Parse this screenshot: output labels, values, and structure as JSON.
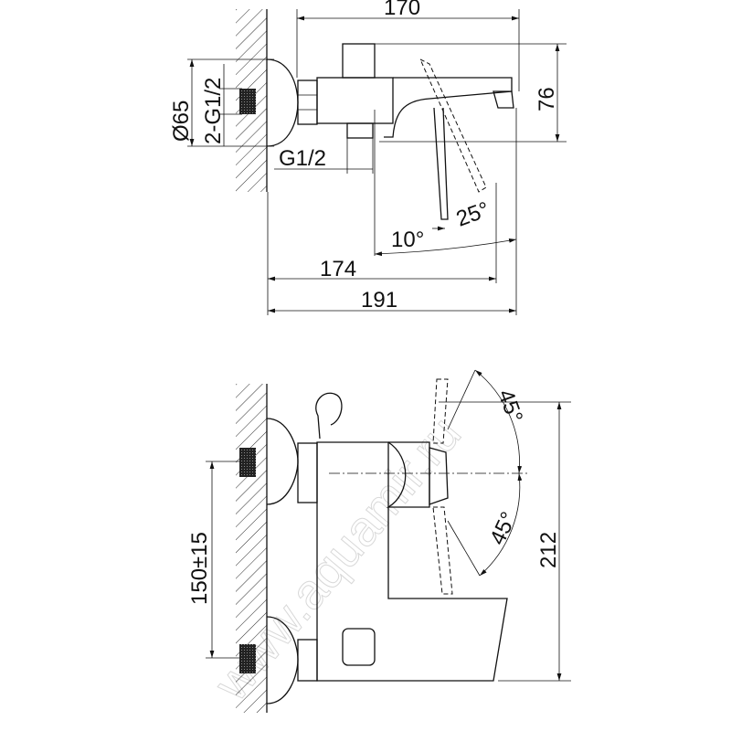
{
  "watermark": "www.aquamir.ru",
  "top_view": {
    "dim_width": "170",
    "dim_height": "76",
    "dim_diameter": "Ø65",
    "dim_thread_pair": "2-G1/2",
    "dim_outlet_thread": "G1/2",
    "angle_small": "10°",
    "angle_large": "25°",
    "dim_spout_reach": "174",
    "dim_total_reach": "191"
  },
  "front_view": {
    "angle_up": "45°",
    "angle_down": "45°",
    "dim_height": "212",
    "dim_inlet_spacing": "150±15"
  }
}
